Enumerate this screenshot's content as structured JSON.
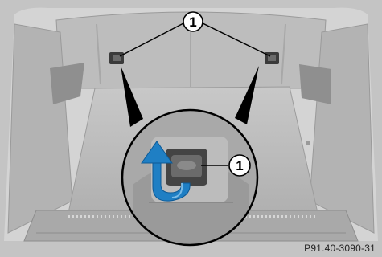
{
  "figure": {
    "callouts": [
      {
        "label": "1"
      },
      {
        "label": "1"
      }
    ],
    "code": "P91.40-3090-31",
    "colors": {
      "background": "#d6d6d6",
      "trunk_floor": "#b9b9b9",
      "panel_dark": "#8f8f8f",
      "magnifier_fill": "#a9a9a9",
      "magnifier_border": "#000000",
      "arrow_blue": "#1f7fc4",
      "leader_line": "#000000"
    },
    "icons": [
      "rotate-arrow-icon",
      "tie-down-eye-icon"
    ]
  }
}
